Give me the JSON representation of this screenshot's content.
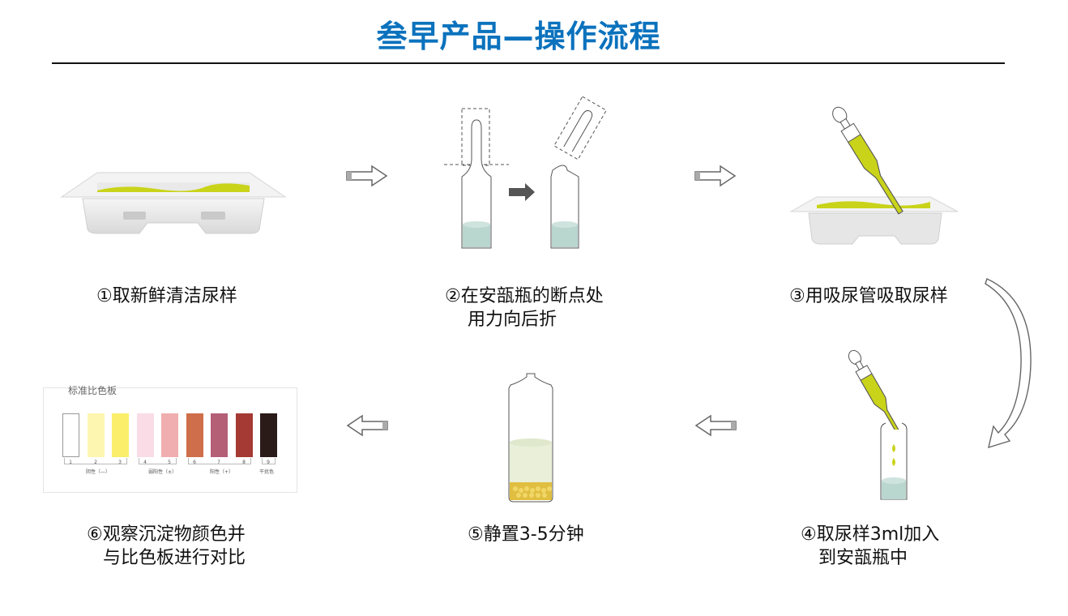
{
  "header": {
    "title": "叁早产品—操作流程"
  },
  "steps": [
    {
      "num": "①",
      "line1": "取新鲜清洁尿样",
      "line2": ""
    },
    {
      "num": "②",
      "line1": "在安瓿瓶的断点处",
      "line2": "用力向后折"
    },
    {
      "num": "③",
      "line1": "用吸尿管吸取尿样",
      "line2": ""
    },
    {
      "num": "④",
      "line1": "取尿样3ml加入",
      "line2": "到安瓿瓶中"
    },
    {
      "num": "⑤",
      "line1": "静置3-5分钟",
      "line2": ""
    },
    {
      "num": "⑥",
      "line1": "观察沉淀物颜色并",
      "line2": "与比色板进行对比"
    }
  ],
  "color_chart": {
    "title": "标准比色板",
    "chips": [
      {
        "label": "1",
        "color": "#ffffff"
      },
      {
        "label": "2",
        "color": "#fdf6b0"
      },
      {
        "label": "3",
        "color": "#fbee6a"
      },
      {
        "label": "4",
        "color": "#f9dce6"
      },
      {
        "label": "5",
        "color": "#f0aeb0"
      },
      {
        "label": "6",
        "color": "#cf6e4a"
      },
      {
        "label": "7",
        "color": "#b55f77"
      },
      {
        "label": "8",
        "color": "#a43a33"
      },
      {
        "label": "9",
        "color": "#2a1a18"
      }
    ],
    "groups": [
      "阴性（—）",
      "弱阳性（±）",
      "阳性（+）",
      "干扰色"
    ]
  },
  "colors": {
    "title_blue": "#0b72bd",
    "urine": "#c9d31a",
    "ampoule_liquid": "#b9d6cf",
    "tray": "#e6e6e6"
  }
}
